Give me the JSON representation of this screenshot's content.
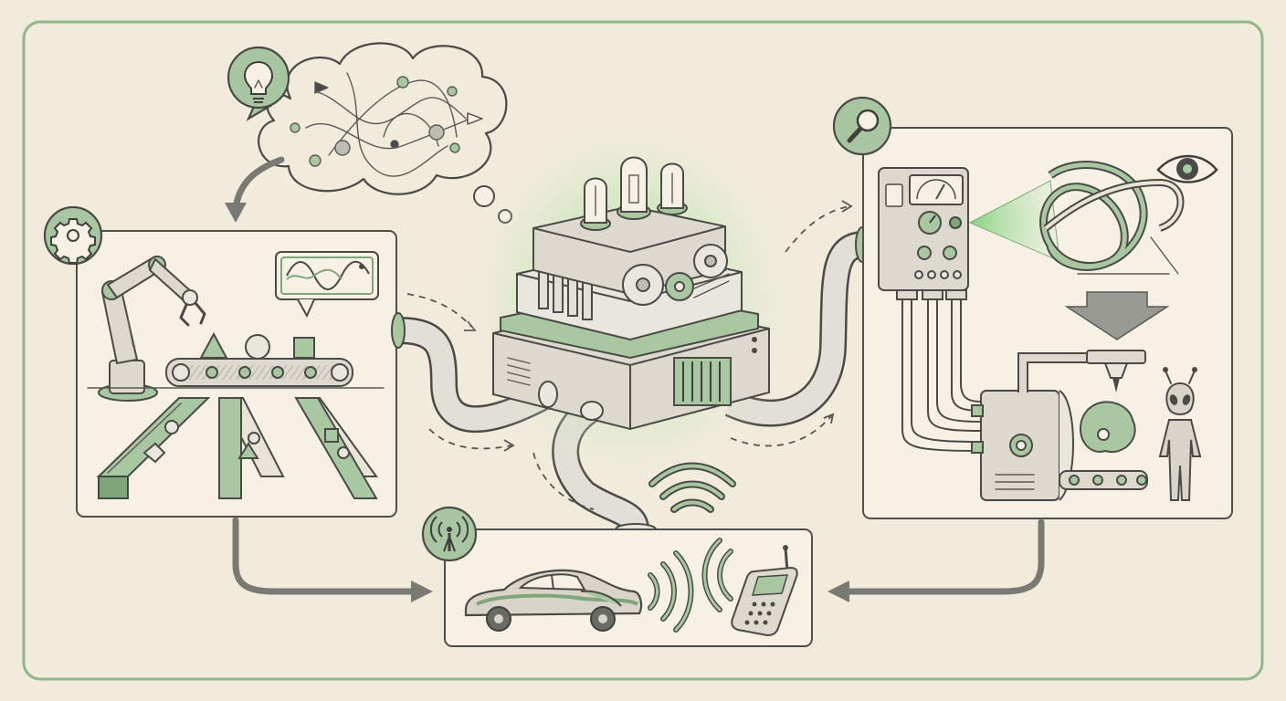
{
  "diagram": {
    "colors": {
      "background": "#f1ebdc",
      "frame": "#8fb88a",
      "accent_green": "#a9c8a2",
      "ink": "#4a4a46",
      "glow": "#9bdc8e"
    },
    "nodes": [
      {
        "id": "idea-cloud",
        "icon": "lightbulb-icon"
      },
      {
        "id": "manufacturing-panel",
        "icon": "gear-icon"
      },
      {
        "id": "central-engine",
        "icon": "vacuum-tube-icon"
      },
      {
        "id": "inspection-panel",
        "icon": "magnifier-icon"
      },
      {
        "id": "wireless-panel",
        "icon": "antenna-icon"
      }
    ],
    "edges": [
      {
        "from": "idea-cloud",
        "to": "manufacturing-panel",
        "style": "curved-arrow"
      },
      {
        "from": "manufacturing-panel",
        "to": "central-engine",
        "style": "dashed"
      },
      {
        "from": "central-engine",
        "to": "inspection-panel",
        "style": "dashed"
      },
      {
        "from": "manufacturing-panel",
        "to": "wireless-panel",
        "style": "solid-arrow"
      },
      {
        "from": "inspection-panel",
        "to": "wireless-panel",
        "style": "solid-arrow"
      },
      {
        "from": "central-engine",
        "to": "wireless-panel",
        "style": "pipe"
      }
    ]
  }
}
